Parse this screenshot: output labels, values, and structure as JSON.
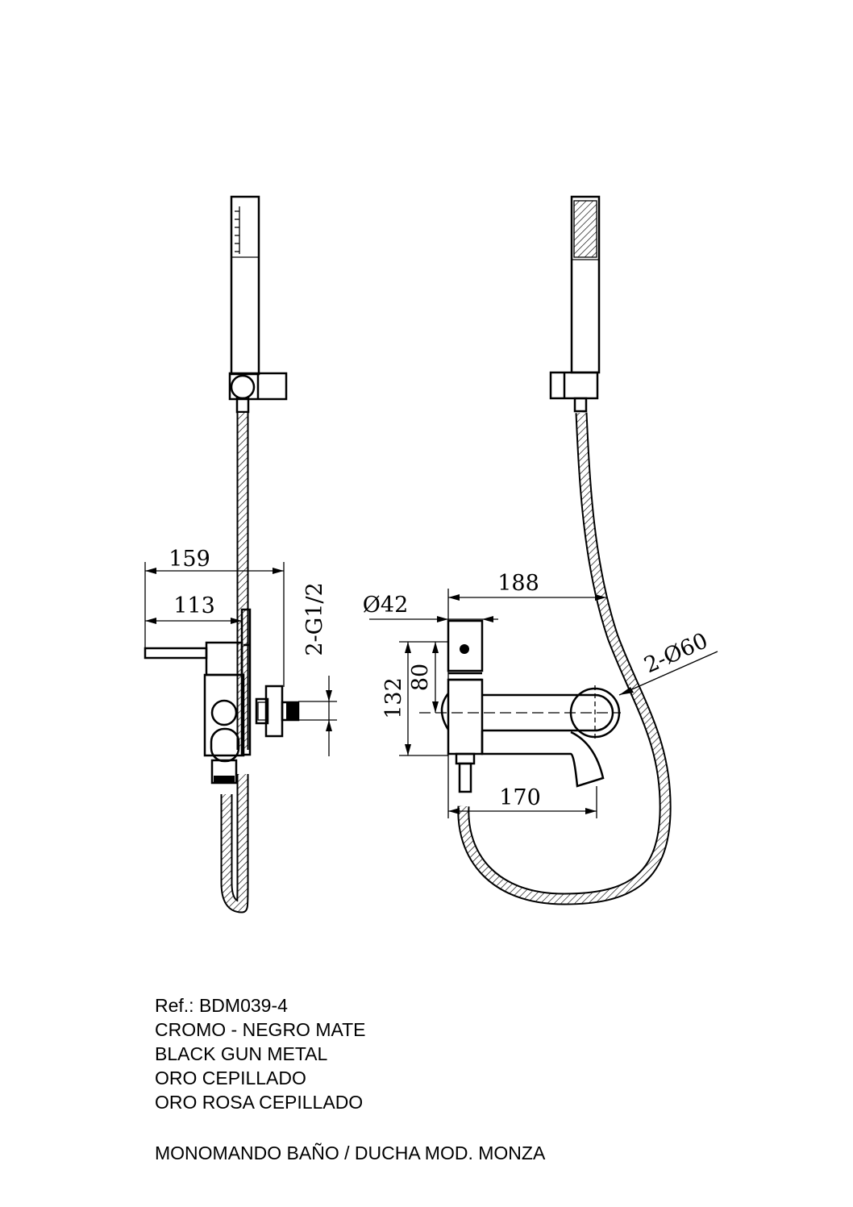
{
  "caption": {
    "ref": "Ref.: BDM039-4",
    "finishes": [
      "CROMO - NEGRO MATE",
      "BLACK GUN METAL",
      "ORO CEPILLADO",
      "ORO ROSA CEPILLADO"
    ],
    "model": "MONOMANDO BAÑO / DUCHA MOD. MONZA"
  },
  "dimensions": {
    "side_view": {
      "total_depth": "159",
      "body_depth": "113",
      "inlet_thread": "2-G1/2"
    },
    "front_view": {
      "width_to_hose": "188",
      "body_diameter": "Ø42",
      "total_height": "132",
      "outlet_height": "80",
      "spout_length": "170",
      "escutcheon_diameter": "2-Ø60"
    }
  },
  "colors": {
    "line": "#000000",
    "background": "#ffffff"
  }
}
